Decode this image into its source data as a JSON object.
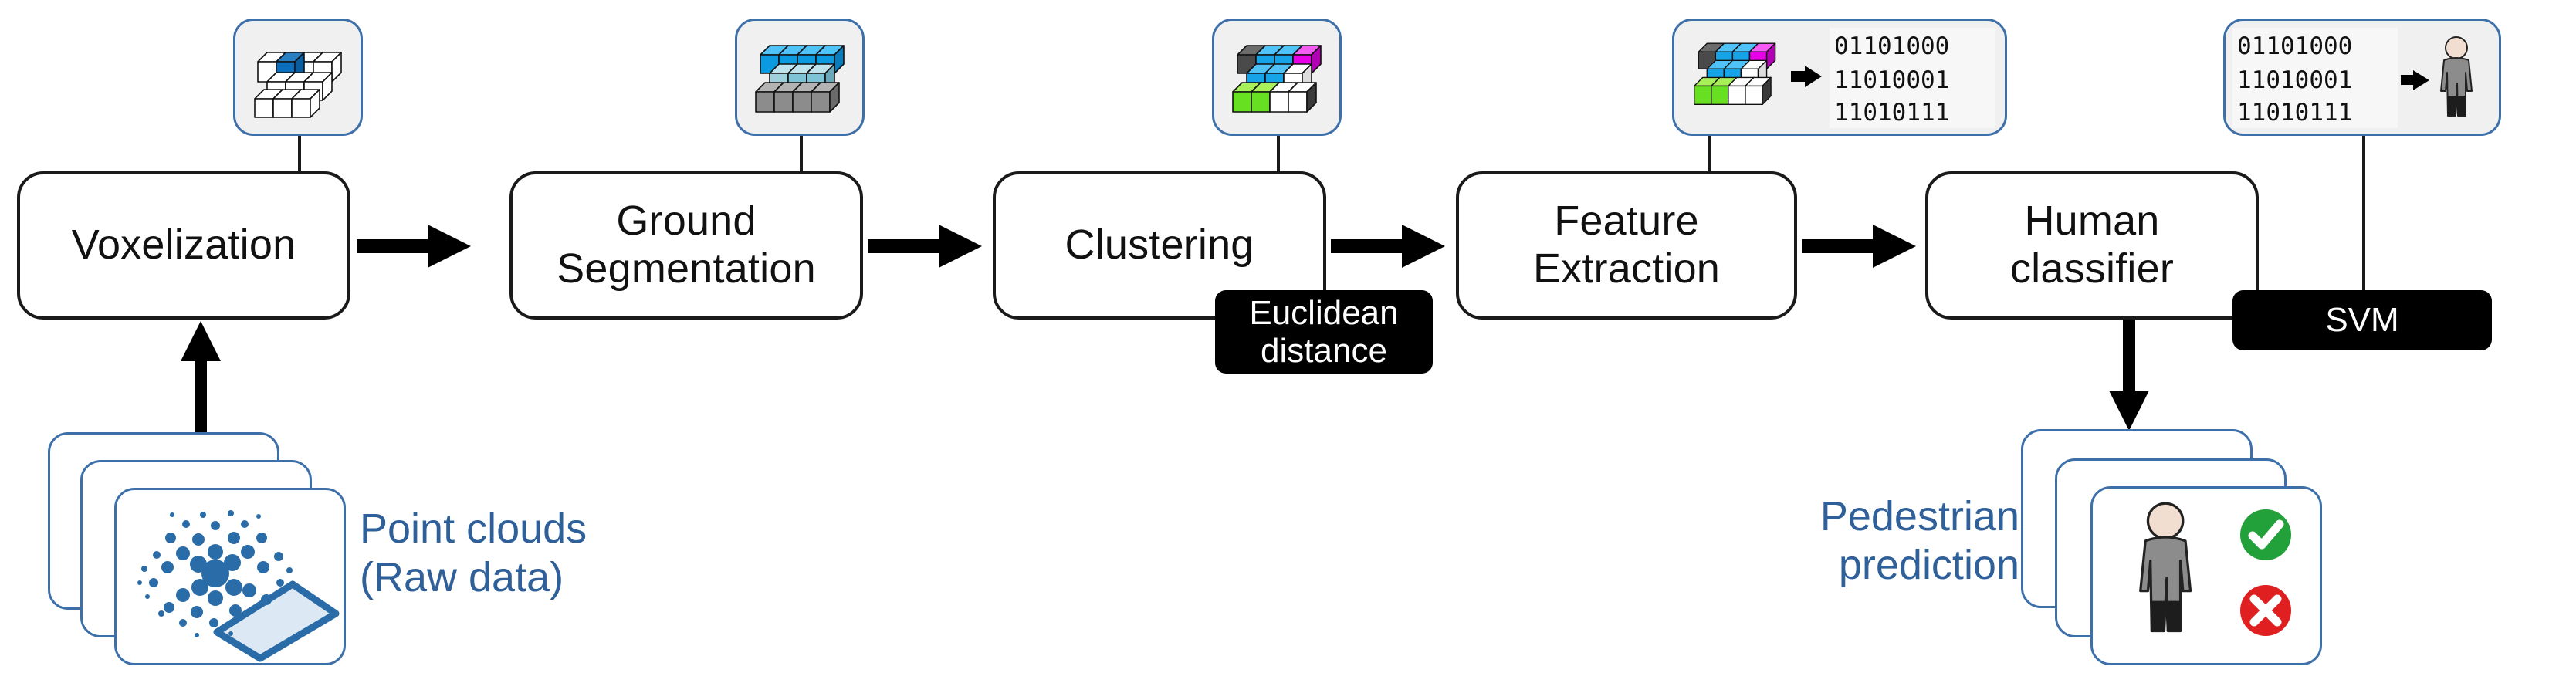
{
  "diagram": {
    "title": "LiDAR pedestrian detection pipeline",
    "colors": {
      "box_border": "#1a1a1a",
      "chip_border": "#3d6fa8",
      "chip_fill": "#f0f0f0",
      "badge_bg": "#000000",
      "badge_text": "#ffffff",
      "annotation_blue": "#2f6099",
      "voxel_blue": "#0b73c4",
      "voxel_cyan": "#29abe2",
      "voxel_magenta": "#e800e8",
      "voxel_green": "#66e021",
      "voxel_gray": "#555555",
      "voxel_white": "#ffffff",
      "check_green": "#22a03a",
      "cross_red": "#e02020",
      "point_cloud_blue": "#2a6ca8"
    },
    "stages": [
      {
        "id": "voxelization",
        "label_lines": [
          "Voxelization"
        ],
        "chip_icon": "voxel-grid-single-blue-icon"
      },
      {
        "id": "ground-segmentation",
        "label_lines": [
          "Ground",
          "Segmentation"
        ],
        "chip_icon": "voxel-grid-ground-split-icon"
      },
      {
        "id": "clustering",
        "label_lines": [
          "Clustering"
        ],
        "chip_icon": "voxel-grid-clusters-icon"
      },
      {
        "id": "feature-extraction",
        "label_lines": [
          "Feature",
          "Extraction"
        ],
        "chip_icon": "voxel-grid-to-binary-icon"
      },
      {
        "id": "human-classifier",
        "label_lines": [
          "Human",
          "classifier"
        ],
        "chip_icon": "binary-to-person-icon"
      }
    ],
    "badges": [
      {
        "id": "euclidean-distance",
        "lines": [
          "Euclidean",
          "distance"
        ]
      },
      {
        "id": "svm",
        "lines": [
          "SVM"
        ]
      }
    ],
    "annotations": [
      {
        "id": "point-clouds",
        "lines": [
          "Point clouds",
          "(Raw data)"
        ]
      },
      {
        "id": "pedestrian-prediction",
        "lines": [
          "Pedestrian",
          "prediction"
        ]
      }
    ],
    "binary_feature_vector": [
      "01101000",
      "11010001",
      "11010111"
    ],
    "prediction_markers": [
      {
        "id": "positive",
        "glyph": "check"
      },
      {
        "id": "negative",
        "glyph": "cross"
      }
    ]
  }
}
